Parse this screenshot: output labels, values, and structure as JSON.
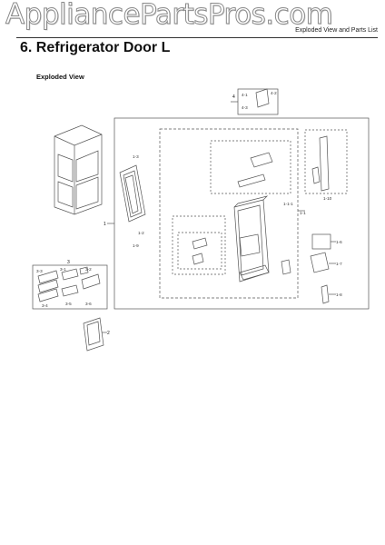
{
  "watermark": "AppliancePartsPros.com",
  "header_right": "Exploded View and Parts List",
  "title": "6.  Refrigerator Door L",
  "subtitle": "Exploded View",
  "callouts": {
    "main": "1",
    "handle": "2",
    "shelf_group": "3",
    "top_part": "4",
    "gasket": "1-1",
    "door_panel": "1-1-1",
    "dispenser": "1-3",
    "cap_small": "1-6",
    "part_17": "1-7",
    "part_18": "1-8",
    "part_19": "1-9",
    "part_110": "1-10",
    "part_12": "1-2",
    "part_13": "1-3",
    "shelf_a": "3-1",
    "shelf_b": "3-2",
    "shelf_c": "3-3",
    "shelf_d": "3-4",
    "shelf_e": "3-5",
    "shelf_f": "3-6",
    "top_a": "4-1",
    "top_b": "4-2",
    "top_c": "4-3"
  }
}
